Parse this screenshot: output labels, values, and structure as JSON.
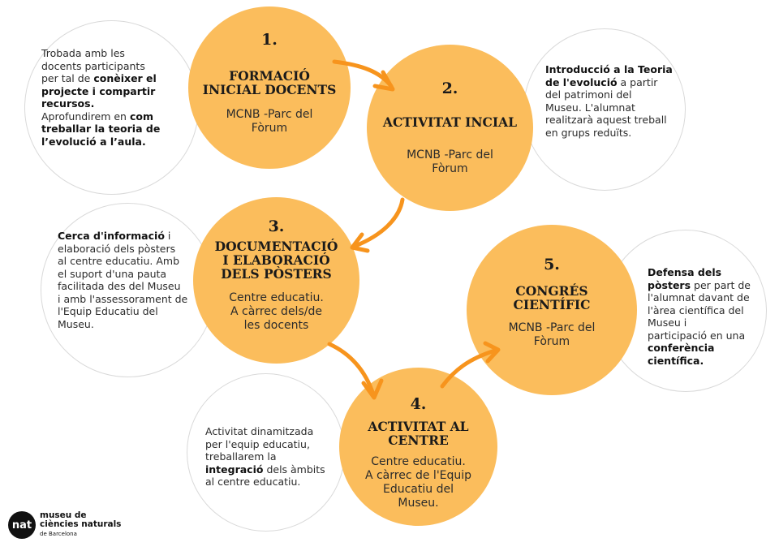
{
  "steps": [
    {
      "number": "1.",
      "title_lines": [
        "FORMACIÓ",
        "INICIAL DOCENTS"
      ],
      "place_lines": [
        "MCNB -Parc del",
        "Fòrum"
      ]
    },
    {
      "number": "2.",
      "title_lines": [
        "ACTIVITAT INCIAL"
      ],
      "place_lines": [
        "MCNB -Parc del",
        "Fòrum"
      ]
    },
    {
      "number": "3.",
      "title_lines": [
        "DOCUMENTACIÓ",
        "I ELABORACIÓ",
        "DELS PÒSTERS"
      ],
      "place_lines": [
        "Centre educatiu.",
        "A càrrec dels/de",
        "les docents"
      ]
    },
    {
      "number": "4.",
      "title_lines": [
        "ACTIVITAT AL",
        "CENTRE"
      ],
      "place_lines": [
        "Centre educatiu.",
        "A càrrec de l'Equip",
        "Educatiu del",
        "Museu."
      ]
    },
    {
      "number": "5.",
      "title_lines": [
        "CONGRÉS",
        "CIENTÍFIC"
      ],
      "place_lines": [
        "MCNB -Parc del",
        "Fòrum"
      ]
    }
  ],
  "descriptions": {
    "d1": {
      "line1": "Trobada amb les",
      "line2": "docents participants",
      "line3a": "per tal de ",
      "line3b": "conèixer el",
      "line4": "projecte i compartir",
      "line5": "recursos.",
      "line6a": "Aprofundirem en ",
      "line6b": "com",
      "line7": "treballar la teoria de",
      "line8": "l’evolució a l’aula."
    },
    "d2": {
      "line1": "Introducció a la Teoria",
      "line2a": "de l'evolució",
      "line2b": " a partir",
      "line3": "del patrimoni del",
      "line4": "Museu. L'alumnat",
      "line5": "realitzarà aquest treball",
      "line6": "en grups reduïts."
    },
    "d3": {
      "line1a": "Cerca d'informació",
      "line1b": " i",
      "line2": "elaboració dels pòsters",
      "line3": "al centre educatiu. Amb",
      "line4": "el suport d'una pauta",
      "line5": "facilitada des del Museu",
      "line6": "i amb l'assessorament de",
      "line7": "l'Equip Educatiu del",
      "line8": "Museu."
    },
    "d4": {
      "line1": "Activitat dinamitzada",
      "line2": "per l'equip educatiu,",
      "line3": "treballarem la",
      "line4a": "integració",
      "line4b": " dels àmbits",
      "line5": "al centre educatiu."
    },
    "d5": {
      "line1": "Defensa dels",
      "line2a": "pòsters",
      "line2b": " per part de",
      "line3": "l'alumnat davant de",
      "line4": "l'àrea científica del",
      "line5": "Museu i",
      "line6": "participació en una",
      "line7": "conferència",
      "line8": "científica."
    }
  },
  "logo": {
    "badge": "nat",
    "line1": "museu de",
    "line2": "ciències naturals",
    "line3": "de Barcelona"
  },
  "colors": {
    "step_fill": "#fbbd5c",
    "arrow": "#f7941d",
    "outline": "#d9d9d9"
  }
}
